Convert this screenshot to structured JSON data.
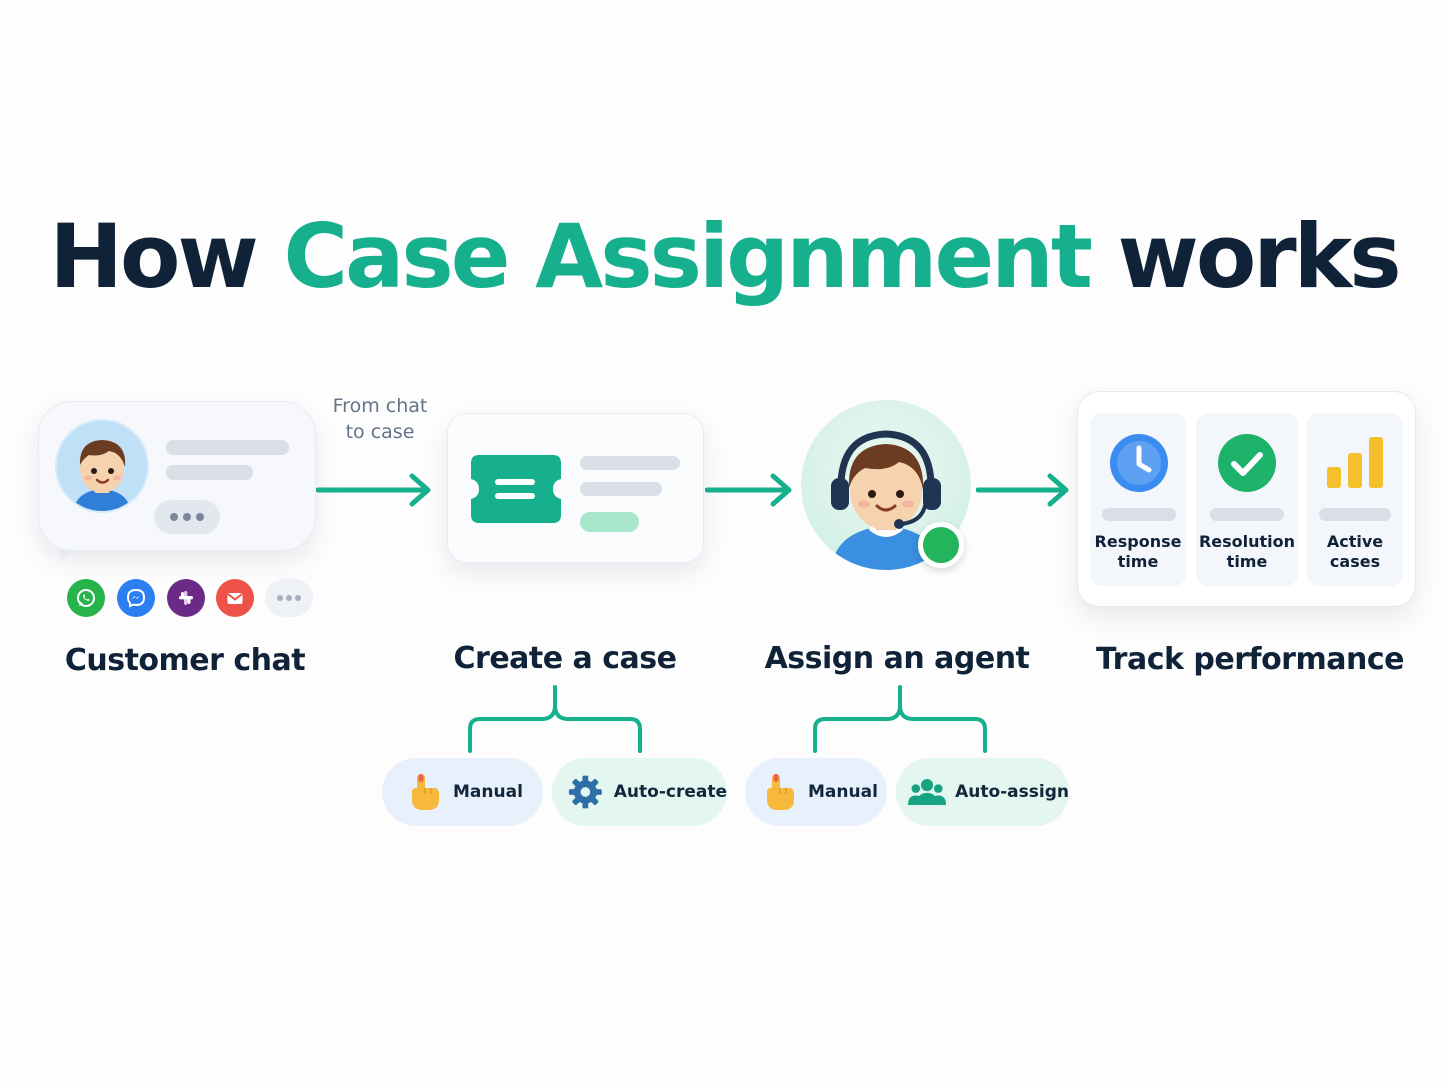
{
  "title": {
    "prefix": "How",
    "highlight": "Case Assignment",
    "suffix": "works"
  },
  "connector_note": {
    "line1": "From chat",
    "line2": "to case"
  },
  "steps": [
    {
      "label": "Customer chat"
    },
    {
      "label": "Create a case"
    },
    {
      "label": "Assign an agent"
    },
    {
      "label": "Track performance"
    }
  ],
  "channels": [
    {
      "icon": "whatsapp-icon",
      "color": "#25b34a"
    },
    {
      "icon": "messenger-icon",
      "color": "#2c7ff0"
    },
    {
      "icon": "slack-icon",
      "color": "#6b2a86"
    },
    {
      "icon": "email-icon",
      "color": "#ee5148"
    }
  ],
  "metrics": [
    {
      "line1": "Response",
      "line2": "time",
      "icon": "clock-icon",
      "color": "#3b8cf0"
    },
    {
      "line1": "Resolution",
      "line2": "time",
      "icon": "check-circle-icon",
      "color": "#1db36b"
    },
    {
      "line1": "Active",
      "line2": "cases",
      "icon": "bar-chart-icon",
      "color": "#f4c12c"
    }
  ],
  "case_options": [
    {
      "label": "Manual",
      "icon": "pointing-hand-icon"
    },
    {
      "label": "Auto-create",
      "icon": "gear-icon"
    }
  ],
  "agent_options": [
    {
      "label": "Manual",
      "icon": "pointing-hand-icon"
    },
    {
      "label": "Auto-assign",
      "icon": "team-icon"
    }
  ],
  "colors": {
    "accent": "#17b08e",
    "dark": "#0f2238",
    "online": "#23b45c"
  }
}
